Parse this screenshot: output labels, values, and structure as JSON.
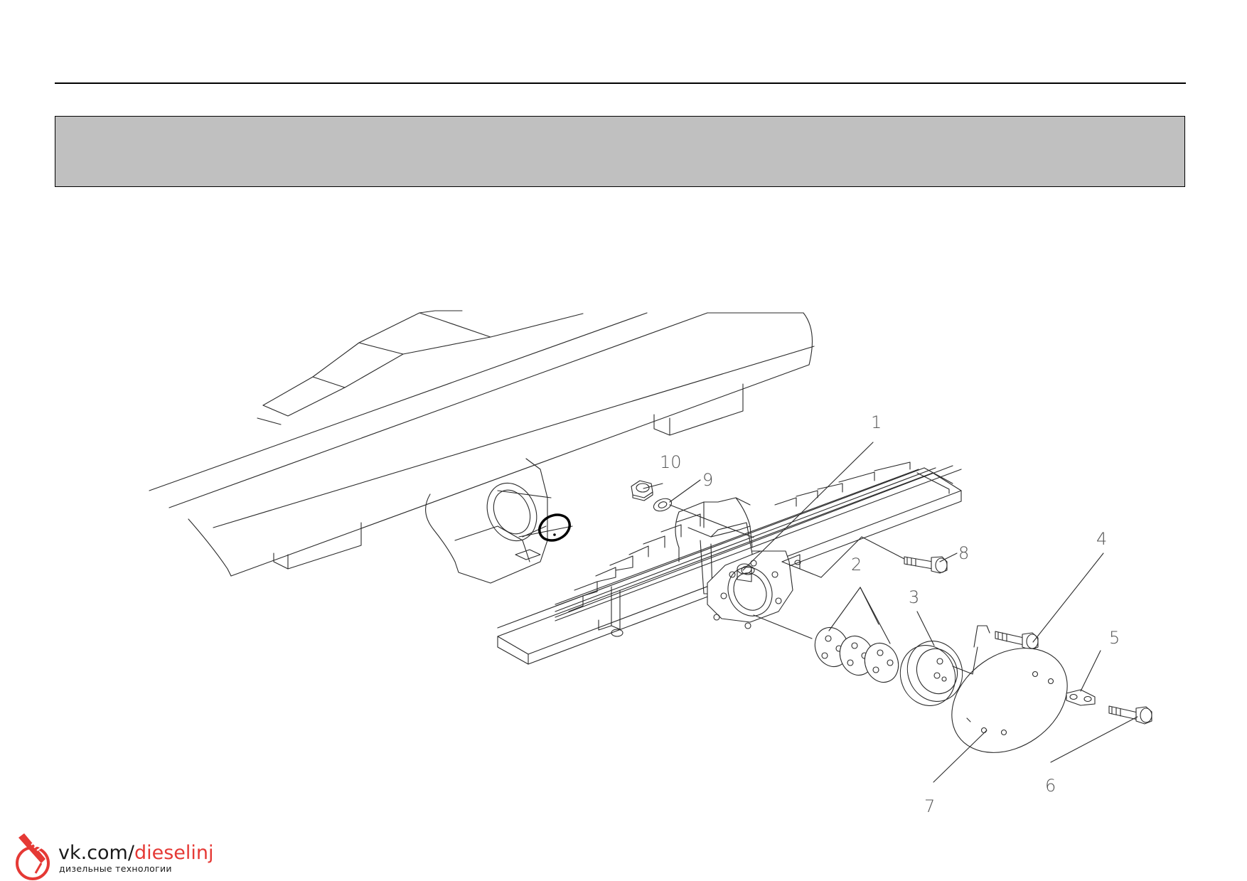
{
  "callouts": [
    {
      "id": "1",
      "label": "1"
    },
    {
      "id": "2",
      "label": "2"
    },
    {
      "id": "3",
      "label": "3"
    },
    {
      "id": "4",
      "label": "4"
    },
    {
      "id": "5",
      "label": "5"
    },
    {
      "id": "6",
      "label": "6"
    },
    {
      "id": "7",
      "label": "7"
    },
    {
      "id": "8",
      "label": "8"
    },
    {
      "id": "9",
      "label": "9"
    },
    {
      "id": "10",
      "label": "10"
    }
  ],
  "watermark": {
    "domain_prefix": "vk.com/",
    "domain_name": "dieselinj",
    "tagline": "дизельные технологии"
  },
  "colors": {
    "header_band": "#c0c0c0",
    "accent": "#e53935"
  }
}
